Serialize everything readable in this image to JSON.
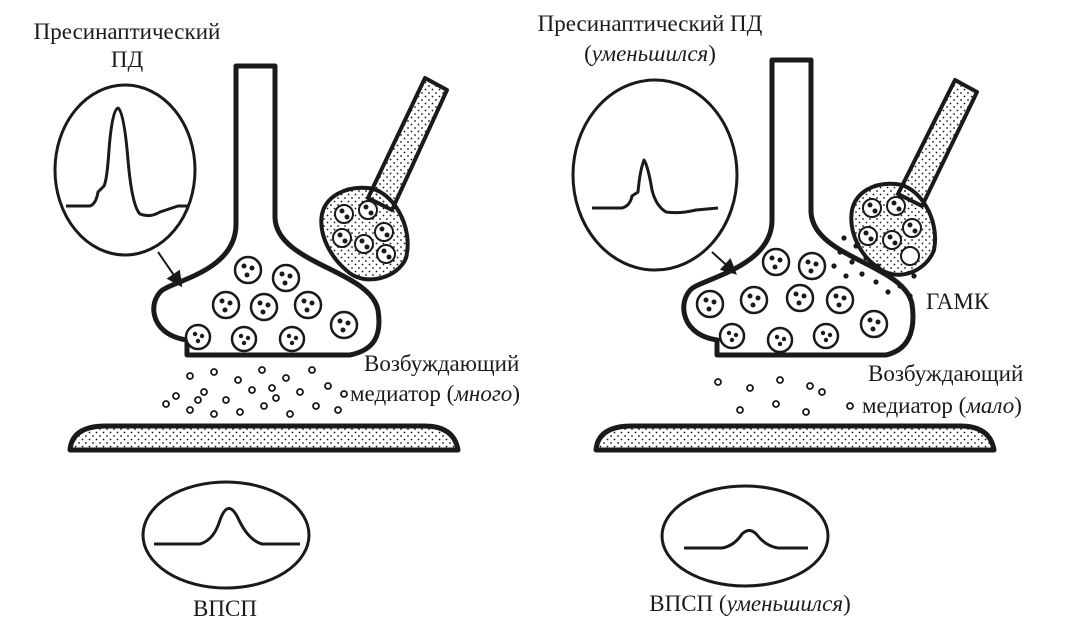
{
  "colors": {
    "ink": "#1a1a1a",
    "paper": "#ffffff"
  },
  "left_panel": {
    "presynaptic_ap_line1": "Пресинаптический",
    "presynaptic_ap_line2": "ПД",
    "transmitter_line1": "Возбуждающий",
    "transmitter_line2_prefix": "медиатор (",
    "transmitter_line2_em": "много",
    "transmitter_line2_suffix": ")",
    "epsp": "ВПСП"
  },
  "right_panel": {
    "presynaptic_ap_line1": "Пресинаптический ПД",
    "presynaptic_ap_line2_prefix": "(",
    "presynaptic_ap_line2_em": "уменьшился",
    "presynaptic_ap_line2_suffix": ")",
    "gaba": "ГАМК",
    "transmitter_line1": "Возбуждающий",
    "transmitter_line2_prefix": "медиатор (",
    "transmitter_line2_em": "мало",
    "transmitter_line2_suffix": ")",
    "epsp_prefix": "ВПСП (",
    "epsp_em": "уменьшился",
    "epsp_suffix": ")"
  }
}
